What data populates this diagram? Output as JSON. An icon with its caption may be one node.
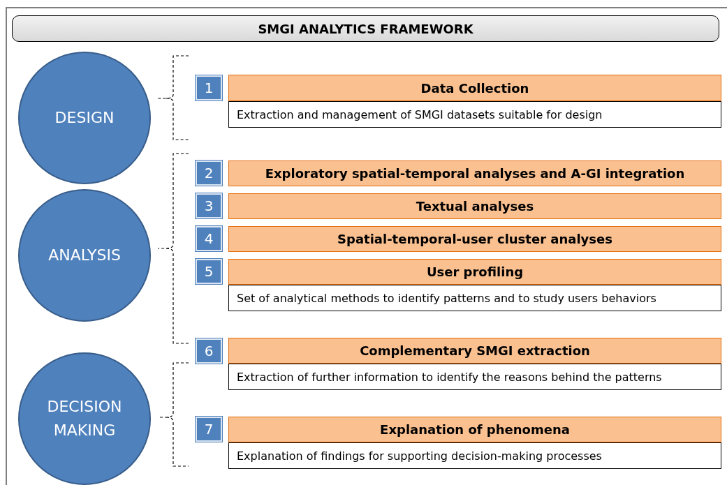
{
  "diagram": {
    "title": "SMGI ANALYTICS FRAMEWORK",
    "nodes": [
      {
        "text": [
          "DESIGN"
        ]
      },
      {
        "text": [
          "ANALYSIS"
        ]
      },
      {
        "text": [
          "DECISION MAKING"
        ]
      },
      {
        "text": [
          "1"
        ]
      },
      {
        "text": [
          "Data Collection"
        ]
      },
      {
        "text": [
          "Extraction and management of SMGI datasets suitable for design"
        ]
      },
      {
        "text": [
          "2"
        ]
      },
      {
        "text": [
          "Exploratory spatial-temporal analyses and A-GI integration"
        ]
      },
      {
        "text": [
          "3"
        ]
      },
      {
        "text": [
          "Textual analyses"
        ]
      },
      {
        "text": [
          "4"
        ]
      },
      {
        "text": [
          "Spatial-temporal-user cluster analyses"
        ]
      },
      {
        "text": [
          "5"
        ]
      },
      {
        "text": [
          "User profiling"
        ]
      },
      {
        "text": [
          "Set of analytical methods to identify patterns and to study users behaviors"
        ]
      },
      {
        "text": [
          "6"
        ]
      },
      {
        "text": [
          "Complementary SMGI extraction"
        ]
      },
      {
        "text": [
          "Extraction of further information to identify the reasons behind the patterns"
        ]
      },
      {
        "text": [
          "7"
        ]
      },
      {
        "text": [
          "Explanation of phenomena"
        ]
      },
      {
        "text": [
          "Explanation of findings for  supporting decision-making processes"
        ]
      }
    ]
  }
}
